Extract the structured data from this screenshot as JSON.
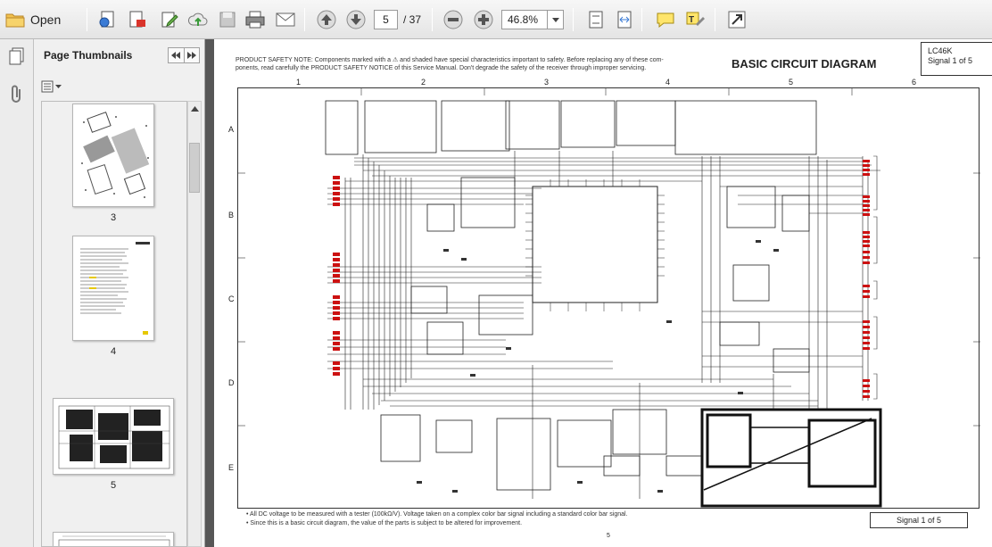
{
  "toolbar": {
    "open_label": "Open",
    "current_page": "5",
    "page_total": "/ 37",
    "zoom": "46.8%",
    "icons": [
      "folder-icon",
      "create-pdf-icon",
      "export-icon",
      "edit-icon",
      "upload-icon",
      "save-icon",
      "print-icon",
      "email-icon",
      "prev-page-icon",
      "next-page-icon",
      "zoom-out-icon",
      "zoom-in-icon",
      "fit-page-icon",
      "fit-width-icon",
      "comment-icon",
      "highlight-icon",
      "fullscreen-icon"
    ]
  },
  "sidebar": {
    "title": "Page Thumbnails",
    "thumbnails": [
      {
        "label": "3"
      },
      {
        "label": "4"
      },
      {
        "label": "5"
      }
    ]
  },
  "document": {
    "note_line1": "PRODUCT SAFETY NOTE: Components marked with a ⚠ and shaded have special characteristics important to safety. Before replacing any of these com-",
    "note_line2": "ponents, read carefully the PRODUCT SAFETY NOTICE of this Service Manual. Don't degrade the safety of the receiver through improper servicing.",
    "title": "BASIC CIRCUIT DIAGRAM",
    "model": "LC46K",
    "signal": "Signal 1 of 5",
    "columns": [
      "1",
      "2",
      "3",
      "4",
      "5",
      "6"
    ],
    "rows": [
      "A",
      "B",
      "C",
      "D",
      "E"
    ],
    "footnote1": "All DC voltage to be measured with a tester (100kΩ/V). Voltage taken on a complex color bar signal including a standard color bar signal.",
    "footnote2": "Since this is a basic circuit diagram, the value of the parts is subject to be altered for improvement.",
    "signal_box": "Signal 1 of 5",
    "page_number": "5"
  },
  "colors": {
    "toolbar_bg": "#ececec",
    "doc_bg": "#575757",
    "connector_red": "#cc1111"
  }
}
